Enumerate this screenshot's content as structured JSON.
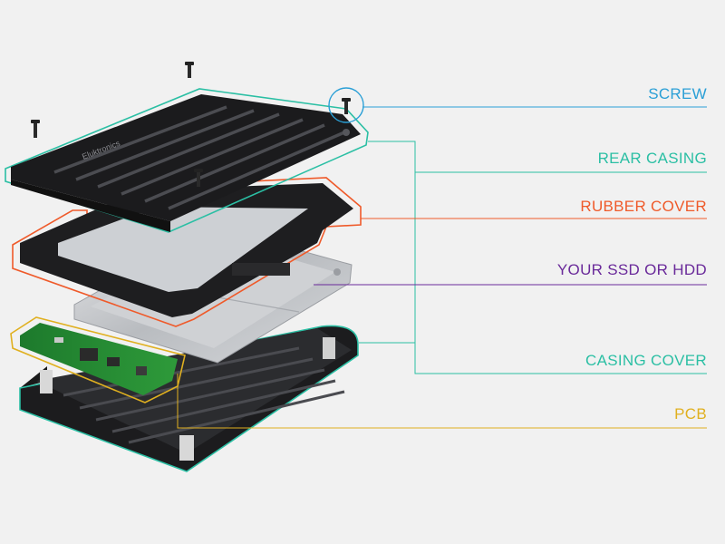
{
  "labels": {
    "screw": "SCREW",
    "rear_casing": "REAR CASING",
    "rubber_cover": "RUBBER COVER",
    "ssd": "YOUR SSD OR HDD",
    "casing_cover": "CASING COVER",
    "pcb": "PCB"
  },
  "casing_brand_text": "Eluktronics",
  "colors": {
    "screw": "#2a9fd6",
    "rear_casing": "#2bbfa4",
    "rubber_cover": "#ef5a2a",
    "ssd": "#6a2a9a",
    "casing_cover": "#2bbfa4",
    "pcb": "#e0b020",
    "background": "#f1f1f1"
  }
}
